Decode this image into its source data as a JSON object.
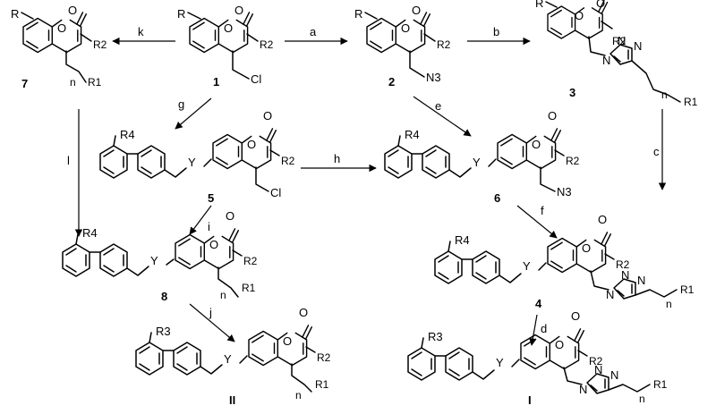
{
  "compounds": {
    "c1": {
      "number": "1",
      "R": "R",
      "R2": "R2",
      "Cl": "Cl"
    },
    "c2": {
      "number": "2",
      "R": "R",
      "R2": "R2",
      "N3": "N3"
    },
    "c3": {
      "number": "3",
      "R": "R",
      "R2": "R2",
      "R1": "R1",
      "n": "n"
    },
    "c4": {
      "number": "4",
      "R4": "R4",
      "Y": "Y",
      "R2": "R2",
      "R1": "R1",
      "n": "n"
    },
    "c5": {
      "number": "5",
      "R4": "R4",
      "Y": "Y",
      "R2": "R2",
      "Cl": "Cl"
    },
    "c6": {
      "number": "6",
      "R4": "R4",
      "Y": "Y",
      "R2": "R2",
      "N3": "N3"
    },
    "c7": {
      "number": "7",
      "R": "R",
      "R2": "R2",
      "R1": "R1",
      "n": "n"
    },
    "c8": {
      "number": "8",
      "R4": "R4",
      "Y": "Y",
      "R2": "R2",
      "R1": "R1",
      "n": "n"
    },
    "cI": {
      "number": "I",
      "R3": "R3",
      "Y": "Y",
      "R2": "R2",
      "R1": "R1",
      "n": "n"
    },
    "cII": {
      "number": "II",
      "R3": "R3",
      "Y": "Y",
      "R2": "R2",
      "R1": "R1",
      "n": "n"
    }
  },
  "atoms": {
    "O": "O",
    "N": "N"
  },
  "steps": {
    "a": "a",
    "b": "b",
    "c": "c",
    "d": "d",
    "e": "e",
    "f": "f",
    "g": "g",
    "h": "h",
    "i": "i",
    "j": "j",
    "k": "k",
    "l": "l"
  }
}
